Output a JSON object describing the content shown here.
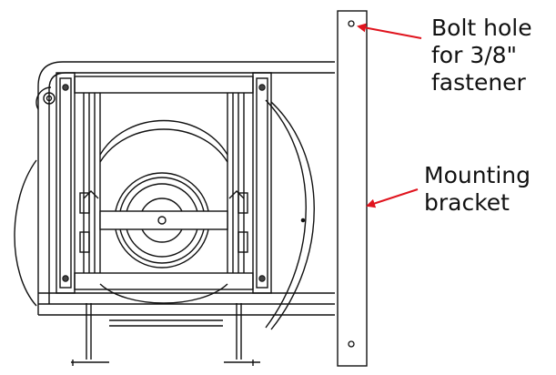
{
  "labels": {
    "bolt_hole": {
      "line1": "Bolt hole",
      "line2": "for 3/8\"",
      "line3": "fastener"
    },
    "mounting_bracket": {
      "line1": "Mounting",
      "line2": "bracket"
    }
  },
  "colors": {
    "line": "#111111",
    "arrow": "#e0141e",
    "background": "#ffffff"
  },
  "icons": [
    "bolt-hole-icon",
    "arrow-icon",
    "screw-icon"
  ]
}
